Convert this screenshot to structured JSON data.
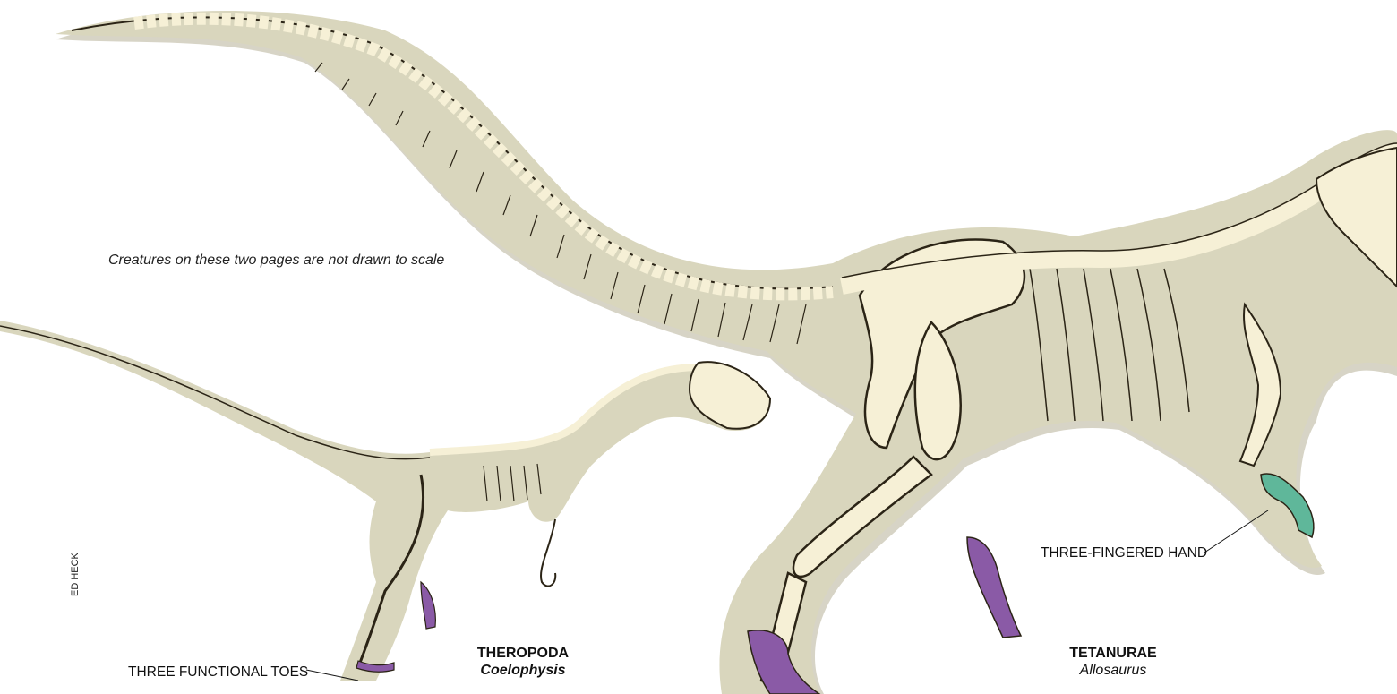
{
  "note": "Creatures on these two pages are not drawn to scale",
  "credit": "ED HECK",
  "callouts": {
    "toes": "THREE FUNCTIONAL TOES",
    "hand": "THREE-FINGERED HAND"
  },
  "taxa": {
    "theropoda": {
      "clade": "THEROPODA",
      "genus": "Coelophysis"
    },
    "tetanurae": {
      "clade": "TETANURAE",
      "genus": "Allosaurus"
    }
  },
  "colors": {
    "body_silhouette": "#d9d6bd",
    "shadow": "#bdb8a0",
    "bone": "#f6f0d6",
    "bone_outline": "#2b2416",
    "toes_highlight": "#8a5aa6",
    "hand_highlight": "#5fb79a"
  }
}
